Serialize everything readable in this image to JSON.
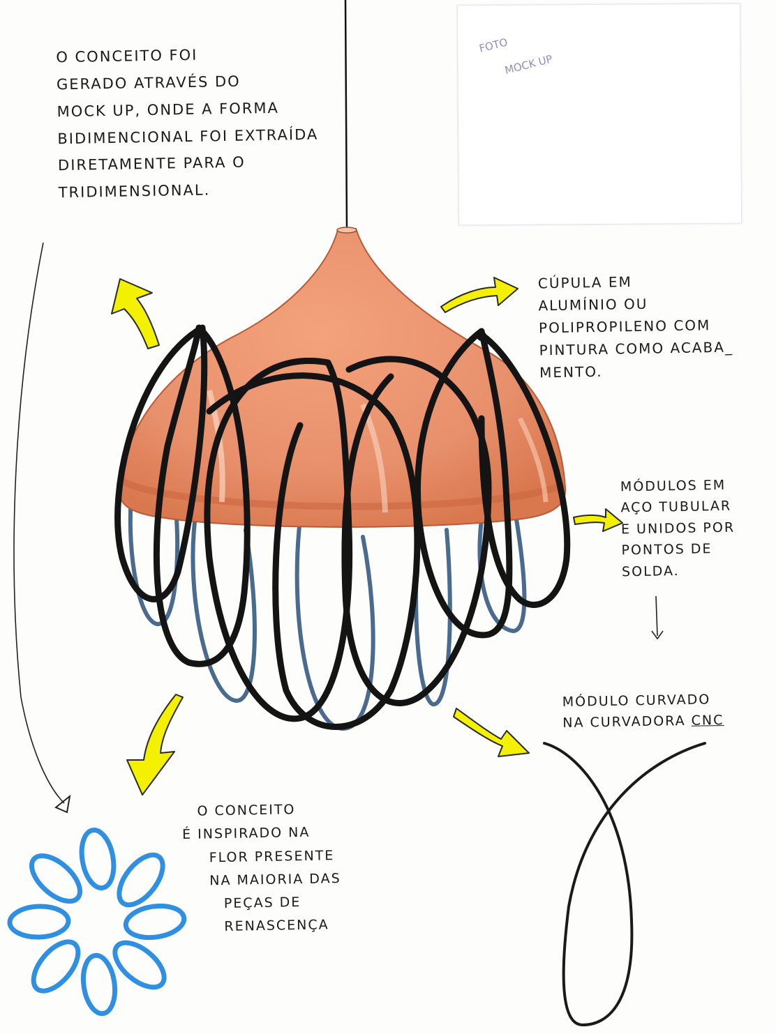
{
  "annotations": {
    "concept": {
      "lines": [
        "O CONCEITO FOI",
        "GERADO ATRAVÉS DO",
        "MOCK UP, ONDE A FORMA",
        "BIDIMENCIONAL FOI EXTRAÍDA",
        "DIRETAMENTE PARA O",
        "TRIDIMENSIONAL."
      ]
    },
    "photo_placeholder": {
      "line1": "FOTO",
      "line2": "MOCK UP"
    },
    "cupula": {
      "lines": [
        "CÚPULA EM",
        "ALUMÍNIO OU",
        "POLIPROPILENO COM",
        "PINTURA COMO ACABA_",
        "MENTO."
      ]
    },
    "modulos": {
      "lines": [
        "MÓDULOS EM",
        "AÇO TUBULAR",
        "E UNIDOS POR",
        "PONTOS DE",
        "SOLDA."
      ]
    },
    "modulo_curvado": {
      "line1": "MÓDULO CURVADO",
      "line2_prefix": "NA CURVADORA ",
      "line2_emphasis": "CNC"
    },
    "inspiracao": {
      "lines": [
        "O CONCEITO",
        "É INSPIRADO NA",
        "FLOR PRESENTE",
        "NA MAIORIA DAS",
        "PEÇAS DE",
        "RENASCENÇA"
      ]
    }
  },
  "colors": {
    "dome": "#e8906c",
    "dome_shadow": "#d9784f",
    "dome_highlight": "#f6c3a6",
    "loops_front": "#141414",
    "loops_back": "#4a6a8e",
    "arrow_fill": "#f3f000",
    "flower": "#2f8fe0",
    "ink": "#1a1a1a"
  },
  "icons": [
    "arrow-up-left-icon",
    "arrow-right-icon",
    "arrow-down-left-icon",
    "arrow-down-right-icon",
    "flower-icon",
    "loop-module-icon"
  ]
}
